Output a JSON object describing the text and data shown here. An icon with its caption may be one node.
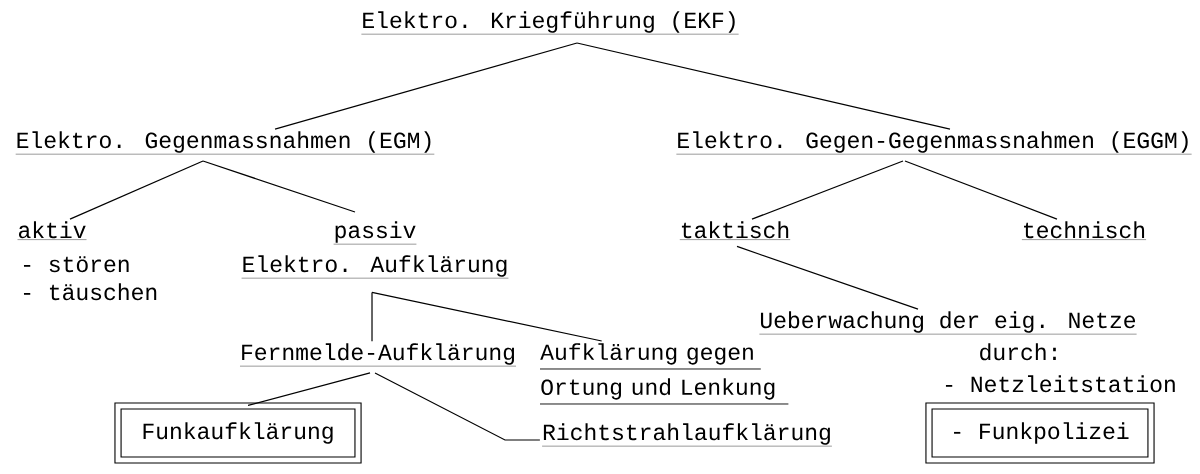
{
  "diagram": {
    "nodes": [
      {
        "text": [
          "Elektro. Kriegführung (EKF)"
        ]
      },
      {
        "text": [
          "Elektro. Gegenmassnahmen (EGM)"
        ]
      },
      {
        "text": [
          "Elektro. Gegen-Gegenmassnahmen (EGGM)"
        ]
      },
      {
        "text": [
          "aktiv"
        ],
        "beside": [
          "- stören",
          "- täuschen"
        ]
      },
      {
        "text": [
          "passiv",
          "Elektro. Aufklärung"
        ]
      },
      {
        "text": [
          "taktisch"
        ]
      },
      {
        "text": [
          "technisch"
        ]
      },
      {
        "text": [
          "Ueberwachung der eig. Netze"
        ],
        "beside": [
          "durch:",
          "- Netzleitstation"
        ]
      },
      {
        "text": [
          "Fernmelde-Aufklärung"
        ]
      },
      {
        "text": [
          "Aufklärung gegen Ortung und Lenkung"
        ]
      },
      {
        "text": [
          "Funkaufklärung"
        ]
      },
      {
        "text": [
          "Richtstrahlaufklärung"
        ]
      },
      {
        "text": [
          "- Funkpolizei"
        ]
      }
    ],
    "edges": [
      {
        "from": 0,
        "to": 1,
        "arrow": "none"
      },
      {
        "from": 0,
        "to": 2,
        "arrow": "none"
      },
      {
        "from": 1,
        "to": 3,
        "arrow": "none"
      },
      {
        "from": 1,
        "to": 4,
        "arrow": "none"
      },
      {
        "from": 2,
        "to": 5,
        "arrow": "none"
      },
      {
        "from": 2,
        "to": 6,
        "arrow": "none"
      },
      {
        "from": 5,
        "to": 7,
        "arrow": "none"
      },
      {
        "from": 4,
        "to": 8,
        "arrow": "none"
      },
      {
        "from": 4,
        "to": 9,
        "arrow": "none"
      },
      {
        "from": 8,
        "to": 10,
        "arrow": "none"
      },
      {
        "from": 8,
        "to": 11,
        "arrow": "none"
      }
    ]
  }
}
